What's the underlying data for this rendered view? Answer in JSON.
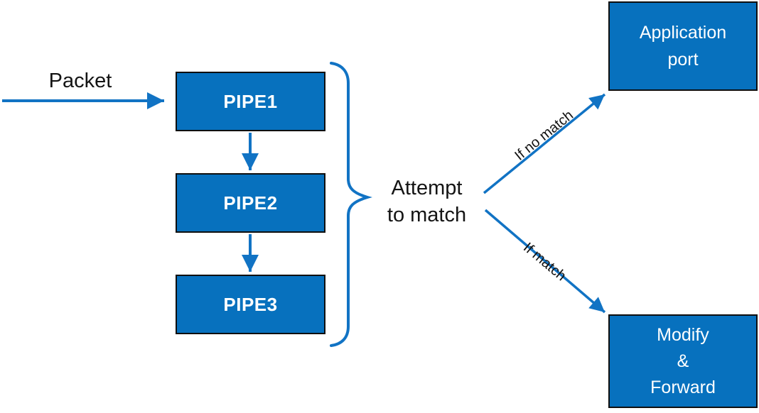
{
  "diagram": {
    "title_implicit": "Packet pipe matching flow",
    "packet_label": "Packet",
    "pipes": [
      {
        "label": "PIPE1"
      },
      {
        "label": "PIPE2"
      },
      {
        "label": "PIPE3"
      }
    ],
    "attempt_label": "Attempt\nto match",
    "edges": {
      "no_match_label": "If no match",
      "match_label": "If match"
    },
    "application_port_label": "Application\nport",
    "modify_forward_label": "Modify\n&\nForward",
    "colors": {
      "box_fill": "#0771BE",
      "box_border": "#0f0f0f",
      "connector_blue": "#1173C4",
      "box_text": "#ffffff",
      "label_text": "#141414",
      "background": "#ffffff"
    }
  }
}
